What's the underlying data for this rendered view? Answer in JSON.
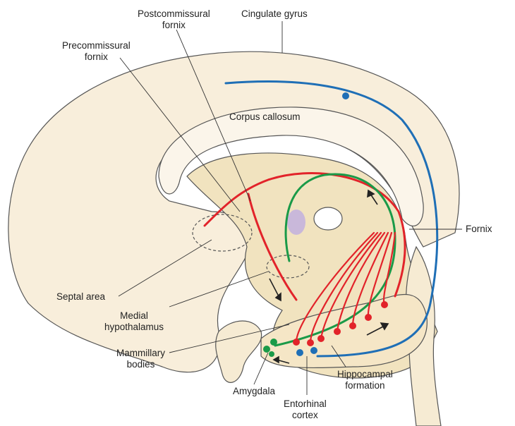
{
  "labels": {
    "postcommissural_fornix": [
      "Postcommissural",
      "fornix"
    ],
    "precommissural_fornix": [
      "Precommissural",
      "fornix"
    ],
    "cingulate_gyrus": "Cingulate gyrus",
    "corpus_callosum": "Corpus callosum",
    "fornix": "Fornix",
    "septal_area": "Septal area",
    "medial_hypothalamus": [
      "Medial",
      "hypothalamus"
    ],
    "mammillary_bodies": [
      "Mammillary",
      "bodies"
    ],
    "amygdala": "Amygdala",
    "entorhinal_cortex": [
      "Entorhinal",
      "cortex"
    ],
    "hippocampal_formation": [
      "Hippocampal",
      "formation"
    ]
  },
  "colors": {
    "brain": "#f8eedb",
    "deep_structures": "#f1e3bf",
    "precommissural_pathway": "#e2232a",
    "postcommissural_pathway": "#1a9a48",
    "cingulate_pathway": "#1f6fb6",
    "highlight_oval": "#c9b8da"
  }
}
